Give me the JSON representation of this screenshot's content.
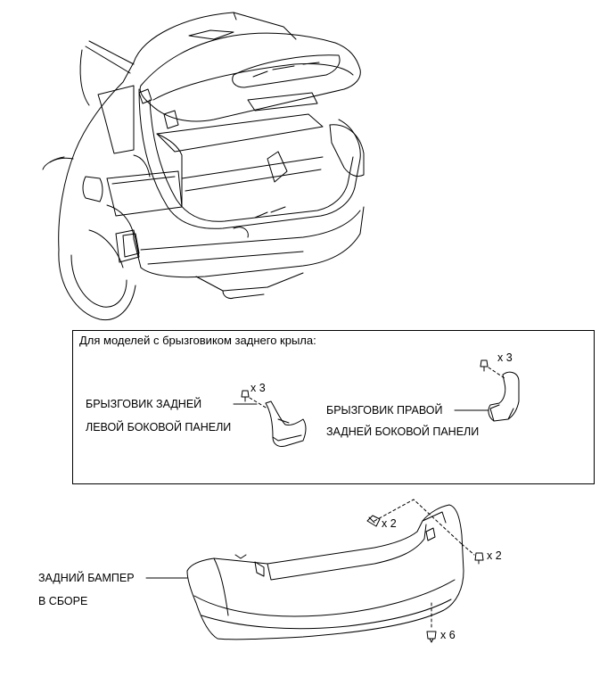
{
  "inset": {
    "title": "Для моделей с брызговиком заднего крыла:"
  },
  "labels": {
    "left_mudguard_line1": "БРЫЗГОВИК ЗАДНЕЙ",
    "left_mudguard_line2": "ЛЕВОЙ БОКОВОЙ ПАНЕЛИ",
    "right_mudguard_line1": "БРЫЗГОВИК ПРАВОЙ",
    "right_mudguard_line2": "ЗАДНЕЙ БОКОВОЙ ПАНЕЛИ",
    "bumper_line1": "ЗАДНИЙ БАМПЕР",
    "bumper_line2": "В СБОРЕ"
  },
  "counts": {
    "left_screws": "x 3",
    "right_screws": "x 3",
    "bumper_top_clips": "x 2",
    "bumper_side_screws": "x 2",
    "bumper_bottom_clips": "x 6"
  }
}
